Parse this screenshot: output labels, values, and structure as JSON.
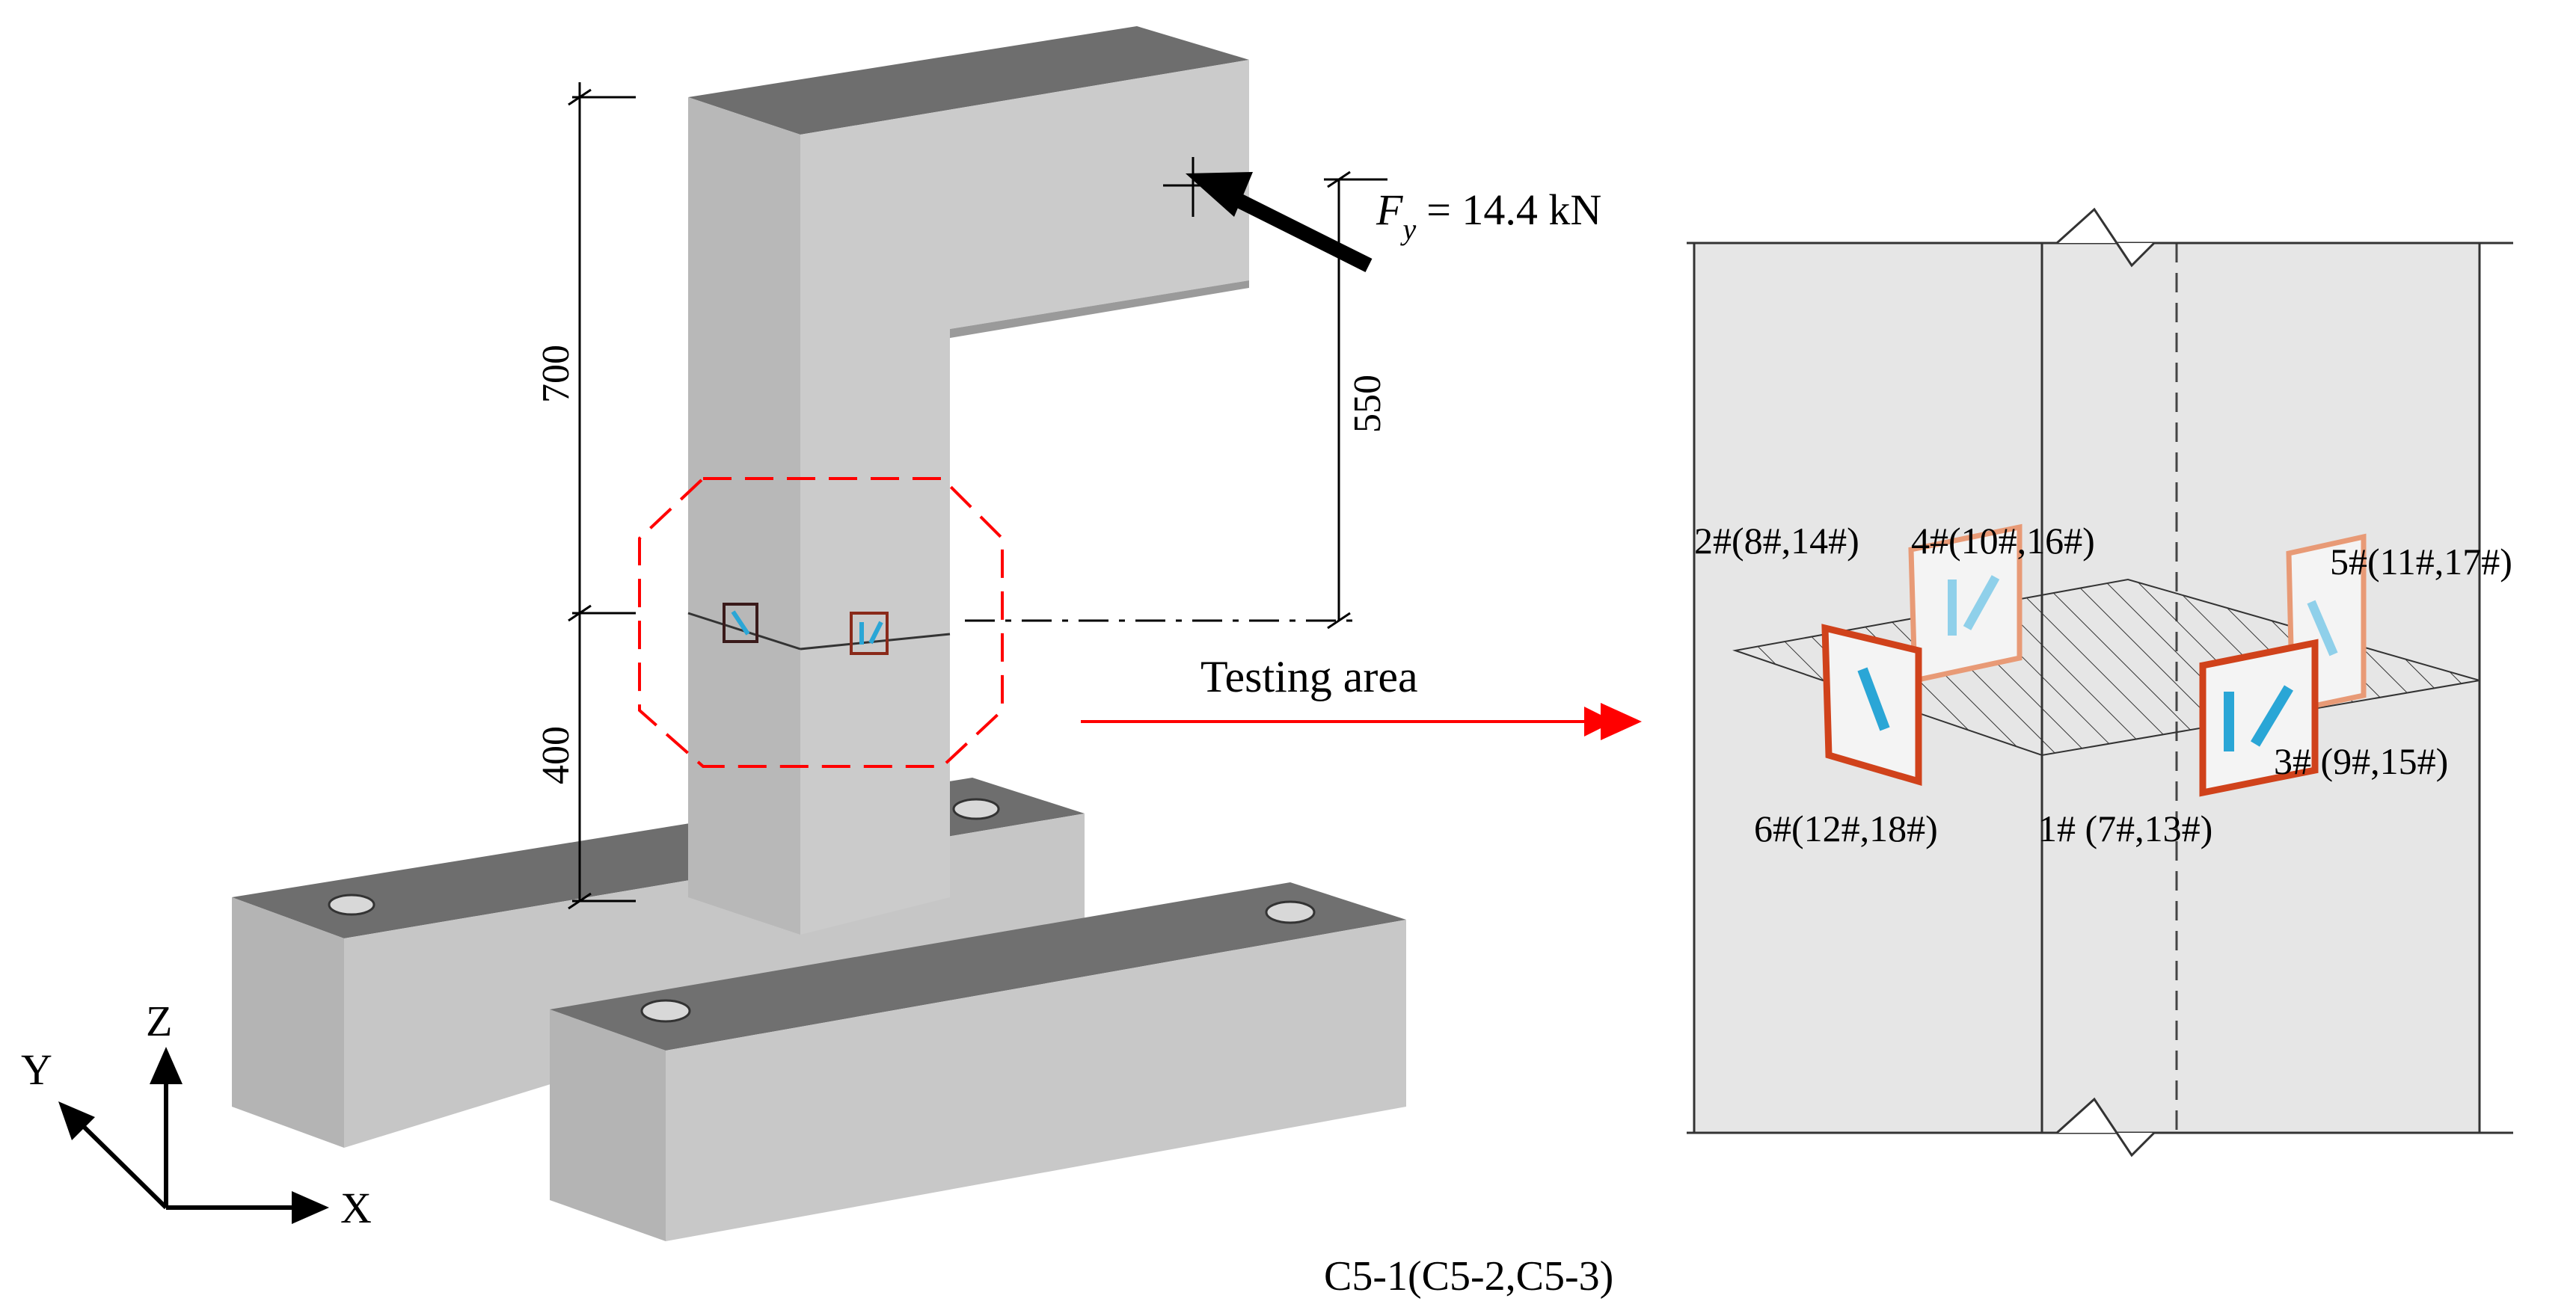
{
  "dimensions": {
    "column_height": "700",
    "lower_height": "400",
    "load_height": "550"
  },
  "load": {
    "symbol": "F",
    "subscript": "y",
    "value": "= 14.4 kN"
  },
  "testing_area_label": "Testing area",
  "axes": {
    "x": "X",
    "y": "Y",
    "z": "Z"
  },
  "gauges": {
    "g1": "1# (7#,13#)",
    "g2": "2#(8#,14#)",
    "g3": "3# (9#,15#)",
    "g4": "4#(10#,16#)",
    "g5": "5#(11#,17#)",
    "g6": "6#(12#,18#)"
  },
  "caption": "C5-1(C5-2,C5-3)",
  "colors": {
    "concrete_top": "#6e6e6e",
    "concrete_front": "#c8c8c8",
    "concrete_side": "#b0b0b0",
    "section_fill": "#e6e6e6",
    "front_gauge": "#d0421b",
    "back_gauge": "#e89a76",
    "strain_gauge": "#2aa6d6",
    "strain_gauge_back": "#8fd0ea",
    "testing_zone": "#ff0000"
  }
}
